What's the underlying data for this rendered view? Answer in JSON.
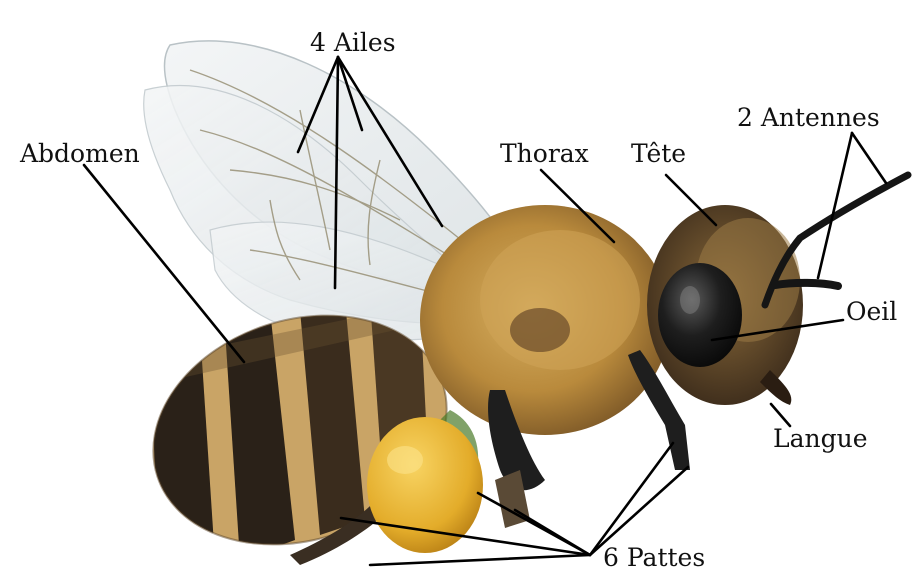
{
  "labels": {
    "wings": "4 Ailes",
    "antennae": "2 Antennes",
    "abdomen": "Abdomen",
    "thorax": "Thorax",
    "head": "Tête",
    "eye": "Oeil",
    "tongue": "Langue",
    "legs": "6 Pattes"
  },
  "colors": {
    "background": "#ffffff",
    "label_text": "#111111",
    "leader_lines": "#000000",
    "body_fur": "#b98a3c",
    "abdomen_dark": "#2a2118",
    "abdomen_light": "#c9a466",
    "pollen": "#e8b634",
    "wing": "#e7ecee",
    "eye": "#1a1a1a"
  }
}
